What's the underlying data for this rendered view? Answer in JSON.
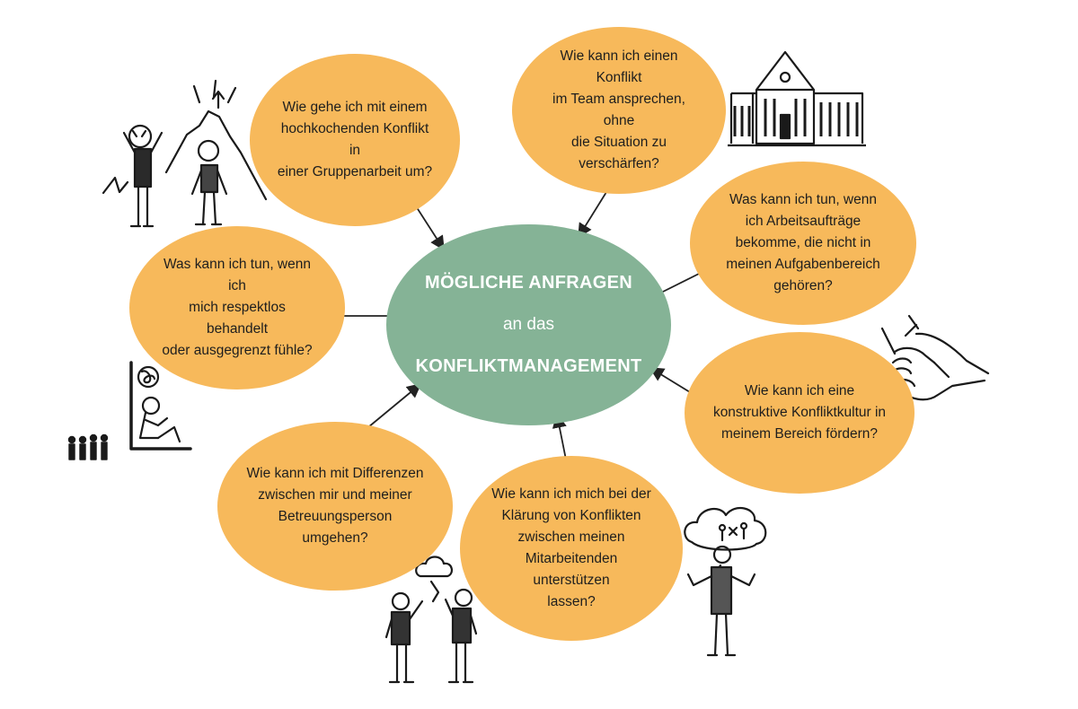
{
  "center": {
    "line1": "MÖGLICHE ANFRAGEN",
    "line2": "an das",
    "line3": "KONFLIKTMANAGEMENT"
  },
  "questions": [
    {
      "text": "Wie gehe ich mit einem\nhochkochenden Konflikt in\neiner Gruppenarbeit um?"
    },
    {
      "text": "Wie kann ich einen Konflikt\nim Team ansprechen, ohne\ndie Situation zu\nverschärfen?"
    },
    {
      "text": "Was kann ich tun, wenn\nich Arbeitsaufträge\nbekomme, die nicht in\nmeinen Aufgabenbereich\ngehören?"
    },
    {
      "text": "Was kann ich tun, wenn ich\nmich respektlos behandelt\noder ausgegrenzt fühle?"
    },
    {
      "text": "Wie kann ich eine\nkonstruktive Konfliktkultur in\nmeinem Bereich fördern?"
    },
    {
      "text": "Wie kann ich mit Differenzen\nzwischen mir und meiner\nBetreuungsperson umgehen?"
    },
    {
      "text": "Wie kann ich mich bei der\nKlärung von Konflikten\nzwischen meinen\nMitarbeitenden unterstützen\nlassen?"
    }
  ],
  "colors": {
    "question_fill": "#F7B95B",
    "center_fill": "#85B396",
    "center_text": "#ffffff",
    "arrow": "#222222"
  },
  "icons": [
    "volcano-conflict-icon",
    "building-icon",
    "handshake-icon",
    "isolated-person-icon",
    "arguing-people-icon",
    "confused-person-icon"
  ]
}
